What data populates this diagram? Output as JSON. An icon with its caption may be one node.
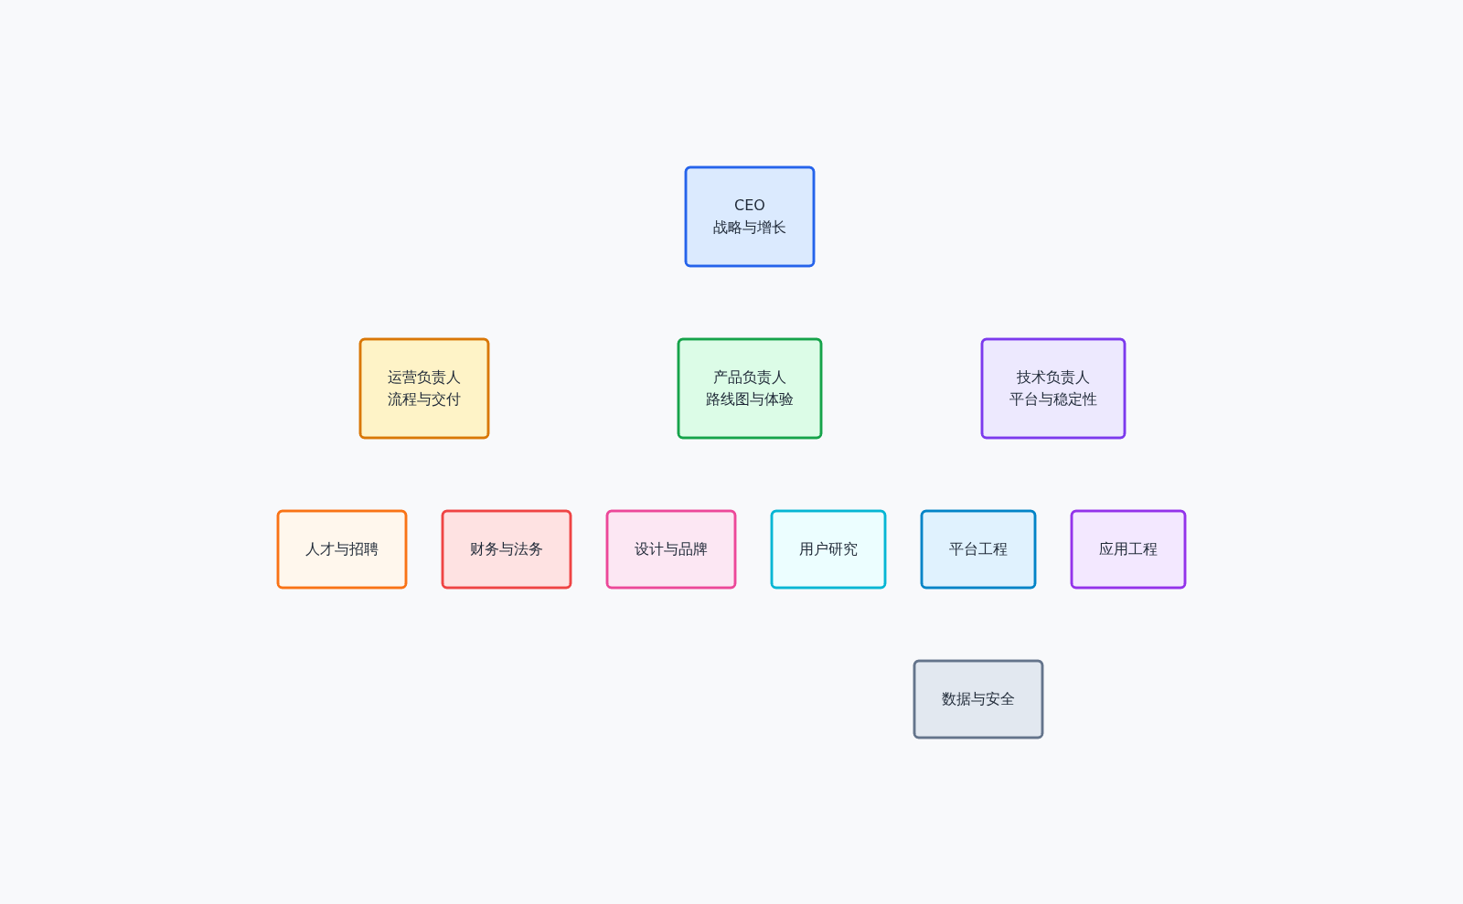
{
  "diagram": {
    "nodes": [
      {
        "text": [
          "CEO",
          "战略与增长"
        ]
      },
      {
        "text": [
          "运营负责人",
          "流程与交付"
        ]
      },
      {
        "text": [
          "产品负责人",
          "路线图与体验"
        ]
      },
      {
        "text": [
          "技术负责人",
          "平台与稳定性"
        ]
      },
      {
        "text": [
          "人才与招聘"
        ]
      },
      {
        "text": [
          "财务与法务"
        ]
      },
      {
        "text": [
          "设计与品牌"
        ]
      },
      {
        "text": [
          "用户研究"
        ]
      },
      {
        "text": [
          "平台工程"
        ]
      },
      {
        "text": [
          "应用工程"
        ]
      },
      {
        "text": [
          "数据与安全"
        ]
      }
    ]
  }
}
